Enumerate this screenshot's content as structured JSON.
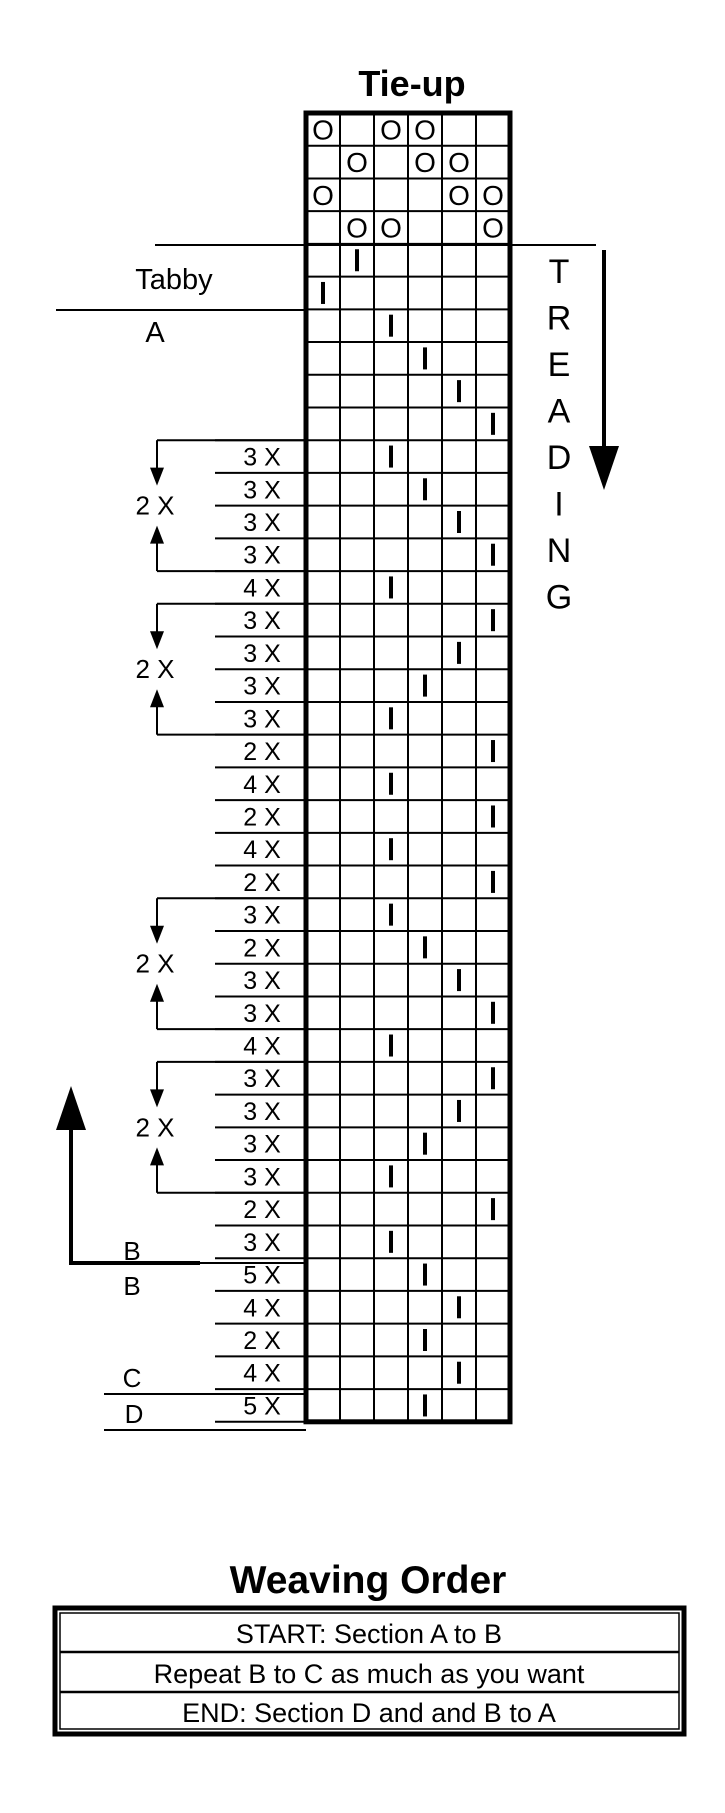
{
  "tieup_title": "Tie-up",
  "treadling_word": "TREADING",
  "tieup_rows": [
    [
      1,
      0,
      1,
      1,
      0,
      0
    ],
    [
      0,
      1,
      0,
      1,
      1,
      0
    ],
    [
      1,
      0,
      0,
      0,
      1,
      1
    ],
    [
      0,
      1,
      1,
      0,
      0,
      1
    ]
  ],
  "mark_symbol": "O",
  "tread_symbol": "I",
  "labels": {
    "tabby": "Tabby",
    "A": "A",
    "B": "B",
    "C": "C",
    "D": "D"
  },
  "treadling_rows": [
    {
      "tread": 2,
      "count": ""
    },
    {
      "tread": 1,
      "count": ""
    },
    {
      "tread": 3,
      "count": ""
    },
    {
      "tread": 4,
      "count": ""
    },
    {
      "tread": 5,
      "count": ""
    },
    {
      "tread": 6,
      "count": ""
    },
    {
      "tread": 3,
      "count": "3 X"
    },
    {
      "tread": 4,
      "count": "3 X"
    },
    {
      "tread": 5,
      "count": "3 X"
    },
    {
      "tread": 6,
      "count": "3 X"
    },
    {
      "tread": 3,
      "count": "4 X"
    },
    {
      "tread": 6,
      "count": "3 X"
    },
    {
      "tread": 5,
      "count": "3 X"
    },
    {
      "tread": 4,
      "count": "3 X"
    },
    {
      "tread": 3,
      "count": "3 X"
    },
    {
      "tread": 6,
      "count": "2 X"
    },
    {
      "tread": 3,
      "count": "4 X"
    },
    {
      "tread": 6,
      "count": "2 X"
    },
    {
      "tread": 3,
      "count": "4 X"
    },
    {
      "tread": 6,
      "count": "2 X"
    },
    {
      "tread": 3,
      "count": "3 X"
    },
    {
      "tread": 4,
      "count": "2 X"
    },
    {
      "tread": 5,
      "count": "3 X"
    },
    {
      "tread": 6,
      "count": "3 X"
    },
    {
      "tread": 3,
      "count": "4 X"
    },
    {
      "tread": 6,
      "count": "3 X"
    },
    {
      "tread": 5,
      "count": "3 X"
    },
    {
      "tread": 4,
      "count": "3 X"
    },
    {
      "tread": 3,
      "count": "3 X"
    },
    {
      "tread": 6,
      "count": "2 X"
    },
    {
      "tread": 3,
      "count": "3 X"
    },
    {
      "tread": 4,
      "count": "5 X"
    },
    {
      "tread": 5,
      "count": "4 X"
    },
    {
      "tread": 4,
      "count": "2 X"
    },
    {
      "tread": 5,
      "count": "4 X"
    },
    {
      "tread": 4,
      "count": "5 X"
    }
  ],
  "repeat_groups": [
    {
      "label": "2 X",
      "from_row": 6,
      "to_row": 9
    },
    {
      "label": "2 X",
      "from_row": 11,
      "to_row": 14
    },
    {
      "label": "2 X",
      "from_row": 20,
      "to_row": 23
    },
    {
      "label": "2 X",
      "from_row": 25,
      "to_row": 28
    }
  ],
  "weaving_order": {
    "title": "Weaving Order",
    "rows": [
      "START: Section A to B",
      "Repeat B to C as much as you want",
      "END: Section D and and B to A"
    ]
  }
}
